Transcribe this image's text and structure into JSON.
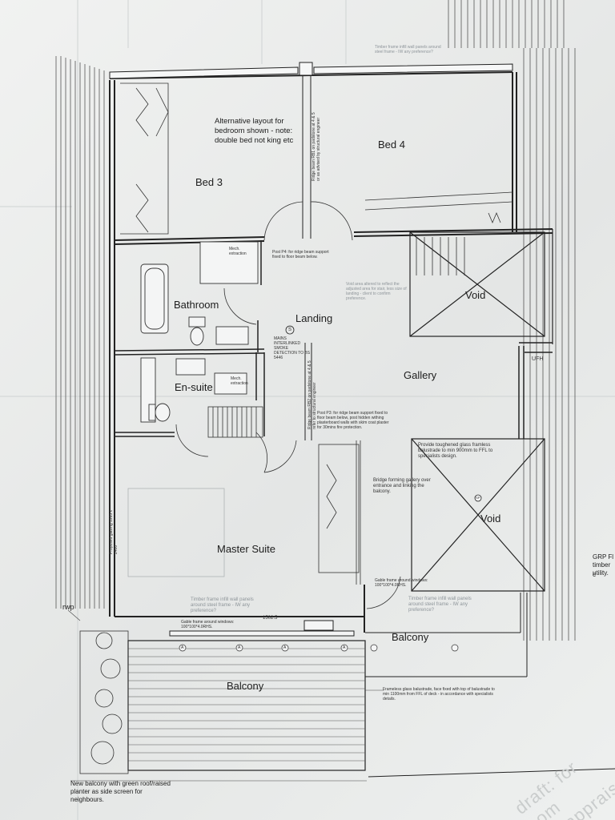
{
  "rooms": {
    "bed3": "Bed 3",
    "bed4": "Bed 4",
    "bathroom": "Bathroom",
    "landing": "Landing",
    "ensuite": "En-suite",
    "gallery": "Gallery",
    "void_top": "Void",
    "void_bottom": "Void",
    "master": "Master Suite",
    "balcony_main": "Balcony",
    "balcony_side": "Balcony"
  },
  "notes": {
    "bed3_layout": "Alternative layout for bedroom shown - note: double bed not king etc",
    "void_landing": "Void area altered to reflect the adjusted area for stair, less size of landing - client to confirm preference.",
    "post_p4": "Post P4: for ridge beam support fixed to floor beam below.",
    "post_p3": "Post P3: for ridge beam support fixed to floor beam below, post hidden withing plasterboard walls with skim coat plaster for 30mins fire protection.",
    "glass_balustrade": "Provide toughened glass framless balustrade to min 900mm to FFL to specialists design.",
    "bridge": "Bridge forming gallery over entrance and linking the balcony.",
    "timber_top": "Timber frame infill wall panels around steel frame - IW any preference?",
    "timber_master": "Timber frame infill wall panels around steel frame - IW any preference?",
    "timber_gallery": "Timber frame infill wall panels around steel frame - IW any preference?",
    "gable_master": "Gable frame around windows: 100*100*4.0RHS.",
    "gable_gallery": "Gable frame around windows: 100*100*4.0RHS.",
    "dim_1502": "1502.5",
    "frameless_glass": "Frameless glass balustrade, face fixed with top of balustrade to min 1100mm from FFL of deck - in accordance with specialists details.",
    "new_balcony": "New balcony with green roof/raised planter as side screen for neighbours.",
    "rwp": "rwp",
    "ufh": "UFH",
    "grp": "GRP Fl",
    "grp2": "timber c",
    "grp3": "utility.",
    "smoke": "MAINS INTERLINKED SMOKE DETECTION TO BS 5446",
    "smoke_symbol": "S",
    "mech_bath": "Mech. extraction",
    "mech_ensuite": "Mech. extraction",
    "void_symbol": "SP",
    "ridge_beam_top": "Ridge beam RB1 on padstone at 4 & 5 or as advised by structural engineer",
    "ridge_beam_mid": "Ridge beam RB2 on padstone at 4 & 5 refer to structural engineer",
    "glazing_line": "Proposed glazing 1995 x 2400",
    "marker": "A",
    "watermark_1": "draft: for com",
    "watermark_2": "appraise"
  }
}
